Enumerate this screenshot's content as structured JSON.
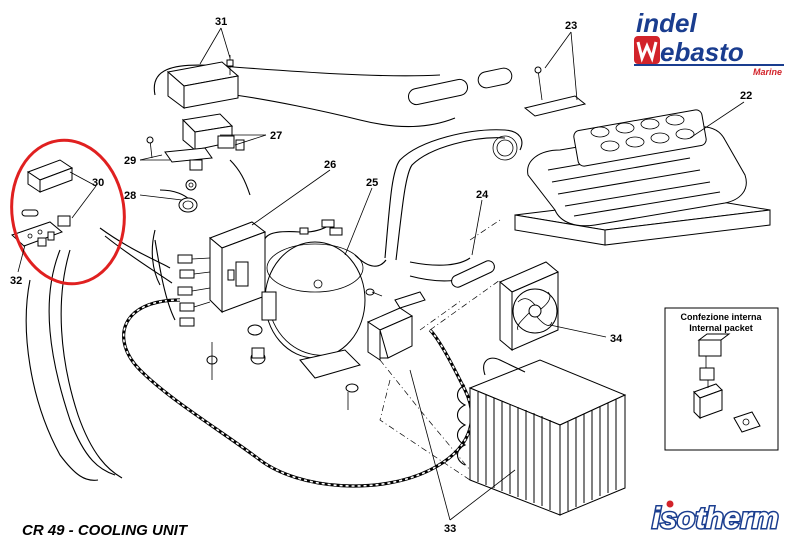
{
  "footer": {
    "title": "CR 49 - COOLING UNIT"
  },
  "brand": {
    "top_line": "indel",
    "bottom_line": "ebasto",
    "sub": "Marine",
    "bottom_brand": "isotherm",
    "colors": {
      "indel_blue": "#1a3d8f",
      "webasto_red": "#d2232a",
      "highlight_red": "#e02020"
    }
  },
  "inset": {
    "line1": "Confezione interna",
    "line2": "Internal packet"
  },
  "callouts": [
    "22",
    "23",
    "24",
    "25",
    "26",
    "27",
    "28",
    "29",
    "30",
    "31",
    "32",
    "33",
    "33",
    "34"
  ]
}
